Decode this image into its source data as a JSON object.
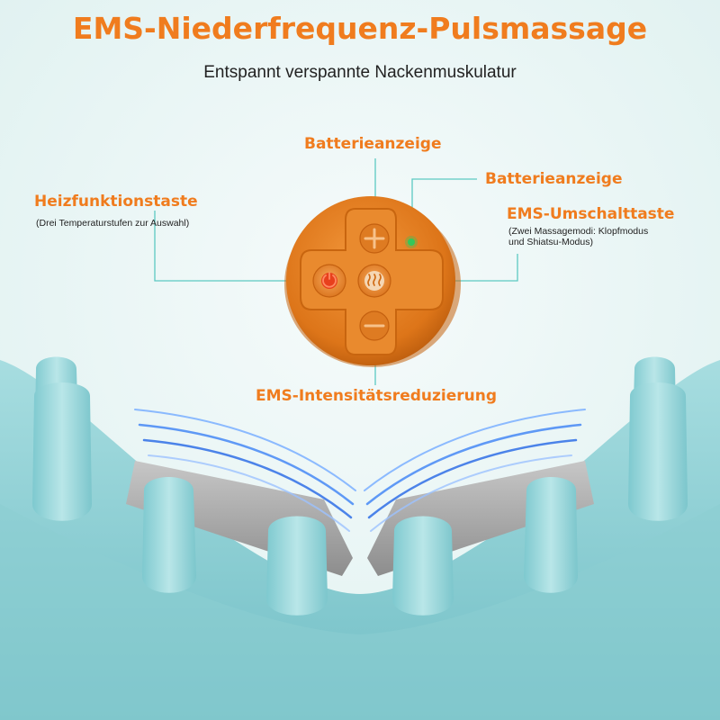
{
  "header": {
    "title": "EMS-Niederfrequenz-Pulsmassage",
    "subtitle": "Entspannt verspannte Nackenmuskulatur"
  },
  "callouts": {
    "battery_top": "Batterieanzeige",
    "battery_right": "Batterieanzeige",
    "heat": {
      "label": "Heizfunktionstaste",
      "note": "(Drei Temperaturstufen zur Auswahl)"
    },
    "ems_switch": {
      "label": "EMS-Umschalttaste",
      "note_line1": "(Zwei Massagemodi: Klopfmodus",
      "note_line2": "und Shiatsu-Modus)"
    },
    "intensity_down": "EMS-Intensitätsreduzierung"
  },
  "colors": {
    "accent": "#f07c1e",
    "device": "#e07a1c",
    "cushion": "#8fd0d4",
    "callout_line": "#5cc9c2",
    "battery_led": "#34c759",
    "heat_button": "#e8401c"
  },
  "icons": {
    "plus": "plus-icon",
    "minus": "minus-icon",
    "power": "power-icon",
    "ems_wave": "wave-icon",
    "led": "battery-led-icon"
  }
}
